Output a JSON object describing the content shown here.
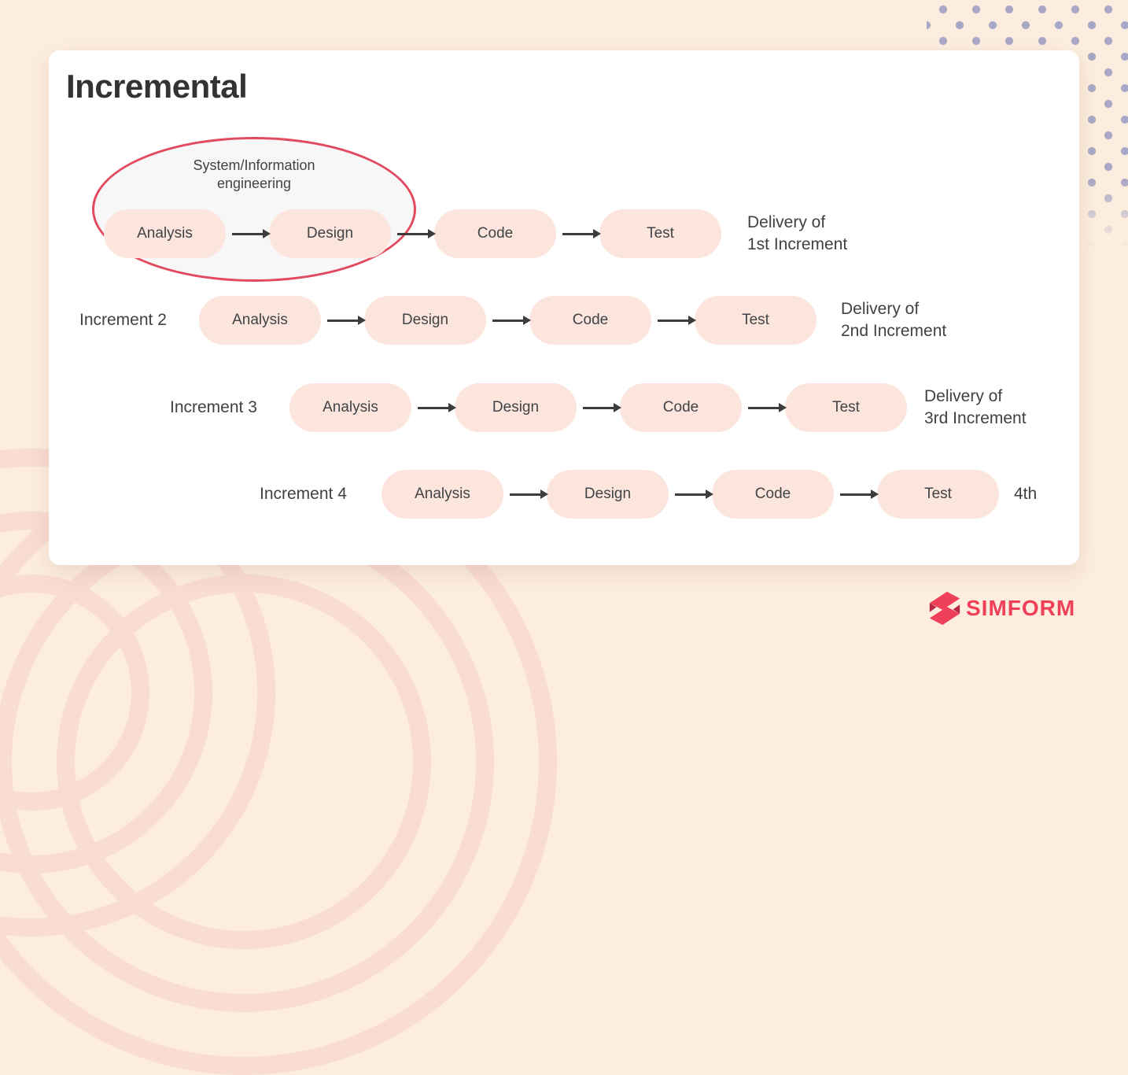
{
  "title": "Incremental",
  "ellipse": {
    "label": [
      "System/Information",
      "engineering"
    ]
  },
  "diagram": {
    "rows": [
      {
        "label": "",
        "stages": [
          "Analysis",
          "Design",
          "Code",
          "Test"
        ],
        "delivery": [
          "Delivery of",
          "1st Increment"
        ]
      },
      {
        "label": "Increment 2",
        "stages": [
          "Analysis",
          "Design",
          "Code",
          "Test"
        ],
        "delivery": [
          "Delivery of",
          "2nd Increment"
        ]
      },
      {
        "label": "Increment 3",
        "stages": [
          "Analysis",
          "Design",
          "Code",
          "Test"
        ],
        "delivery": [
          "Delivery of",
          "3rd Increment"
        ]
      },
      {
        "label": "Increment 4",
        "stages": [
          "Analysis",
          "Design",
          "Code",
          "Test"
        ],
        "delivery": [
          "4th"
        ]
      }
    ]
  },
  "branding": {
    "logo_text": "SIMFORM",
    "logo_icon": "simform-s-icon"
  },
  "colors": {
    "background": "#fcedde",
    "card": "#ffffff",
    "pill": "#fce5dc",
    "ellipse_stroke": "#e24a60",
    "ellipse_fill": "#f7f7f8",
    "dots": "#a9a7c6",
    "rings": "#f9dcd2",
    "logo_red": "#ee4059",
    "text_dark": "#3f4144"
  }
}
